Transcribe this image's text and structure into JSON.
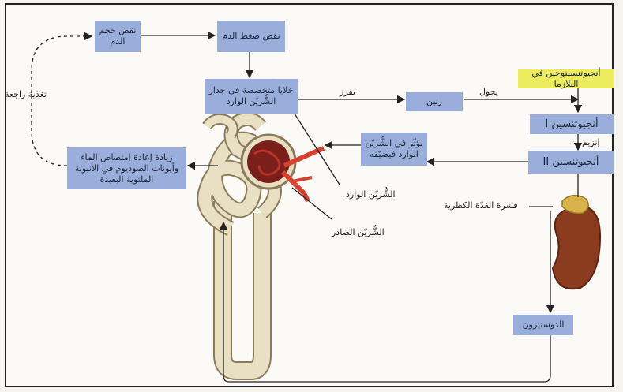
{
  "boxes": {
    "low_blood_volume": "نقص حجم الدم",
    "low_blood_pressure": "نقص ضغط الدم",
    "specialized_cells": "خلايا متخصصة في جدار الشُّريّن الوارد",
    "renin": "رنين",
    "angiotensinogen": "أنجيوتنسينوجين في البلازما",
    "angiotensin_1": "أنجيوتنسين I",
    "angiotensin_2": "أنجيوتنسين II",
    "acts_on_arteriole": "يؤثّر في الشُّريّن الوارد فيضيّقه",
    "increase_reabsorption": "زيادة إعادة إمتصاص الماء وأيونات الصوديوم في الأنبوبة الملتوية البعيدة",
    "aldosterone": "الدوستيرون"
  },
  "labels": {
    "feedback": "تغذية راجعة",
    "secretes": "تفرز",
    "converts": "يحول",
    "enzyme": "إنزيم",
    "adrenal_cortex": "قشرة الغدّة الكظرية",
    "afferent_arteriole": "الشُّريّن الوارد",
    "efferent_arteriole": "الشُّريّن الصادر"
  },
  "colors": {
    "box": "#9aaedb",
    "highlight": "#ecec5e",
    "tubule": "#e6dcc0",
    "vessel": "#d8402f"
  }
}
